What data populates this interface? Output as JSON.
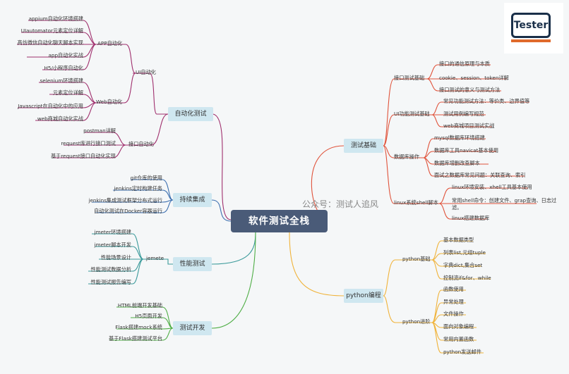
{
  "center": "软件测试全栈",
  "watermark": "公众号：测试人追风",
  "logo_text": "Tester",
  "colors": {
    "purple": "#a0306e",
    "blue": "#3c6fb0",
    "teal": "#3a9a9a",
    "green": "#4fae46",
    "red": "#e0533b",
    "orange": "#f0b33a",
    "center_bg": "#4a5b78",
    "branch_bg": "#cfe7f0"
  },
  "left": {
    "automation": {
      "label": "自动化测试",
      "ui": {
        "label": "UI自动化",
        "app": {
          "label": "APP自动化",
          "items": [
            "appium自动化环境搭建",
            "UIautomator元素定位详解",
            "高仿微信自动化聊天脚本实现",
            "app自动化实战",
            "H5/小程序自动化"
          ]
        },
        "web": {
          "label": "Web自动化",
          "items": [
            "selenium环境搭建",
            "元素定位详解",
            "Javascript在自动化中的应用",
            "web商城自动化实战"
          ]
        }
      },
      "api": {
        "label": "接口自动化",
        "items": [
          "postman详解",
          "request库进行接口测试",
          "基于request接口自动化实现"
        ]
      }
    },
    "ci": {
      "label": "持续集成",
      "items": [
        "git仓库的使用",
        "jenkins定时构建任务",
        "jenkins集成测试框架分布式运行",
        "自动化测试在Docker容器运行"
      ]
    },
    "perf": {
      "label": "性能测试",
      "sub": "jemete",
      "items": [
        "jmeter环境搭建",
        "jmeter脚本开发",
        "性能场景设计",
        "性能测试数据分析",
        "性能测试报告编写"
      ]
    },
    "dev": {
      "label": "测试开发",
      "items": [
        "HTML前端开发基础",
        "H5页面开发",
        "Flask搭建mock系统",
        "基于Flask搭建测试平台"
      ]
    }
  },
  "right": {
    "basics": {
      "label": "测试基础",
      "api": {
        "label": "接口测试基础",
        "items": [
          "接口的通信原理与本质",
          "cookie、session、token详解",
          "接口测试的意义与测试方法"
        ]
      },
      "ui": {
        "label": "UI功能测试基础",
        "items": [
          "常见功能测试方法：等价类、边界值等",
          "测试用例编写规范",
          "web商城项目测试实战"
        ]
      },
      "db": {
        "label": "数据库操作",
        "items": [
          "mysql数据库环境搭建",
          "数据库工具navicat基本使用",
          "数据库增删改查脚本",
          "面试之数据库常见问题：关联查询、索引"
        ]
      },
      "linux": {
        "label": "linux系统shell脚本",
        "items": [
          "linux环境安装、xhell工具基本使用",
          "常用shell命令：创建文件、grap查询、日志过",
          "滤。",
          "linux搭建数据库"
        ]
      }
    },
    "python": {
      "label": "python编程",
      "basic": {
        "label": "python基础",
        "items": [
          "基本数据类型",
          "列表list,元组tuple",
          "字典dict,集合set",
          "控制流if&for、while"
        ]
      },
      "adv": {
        "label": "python进阶",
        "items": [
          "函数使用",
          "异常处理",
          "文件操作",
          "面向对象编程",
          "常用内置函数",
          "python发送邮件"
        ]
      }
    }
  }
}
